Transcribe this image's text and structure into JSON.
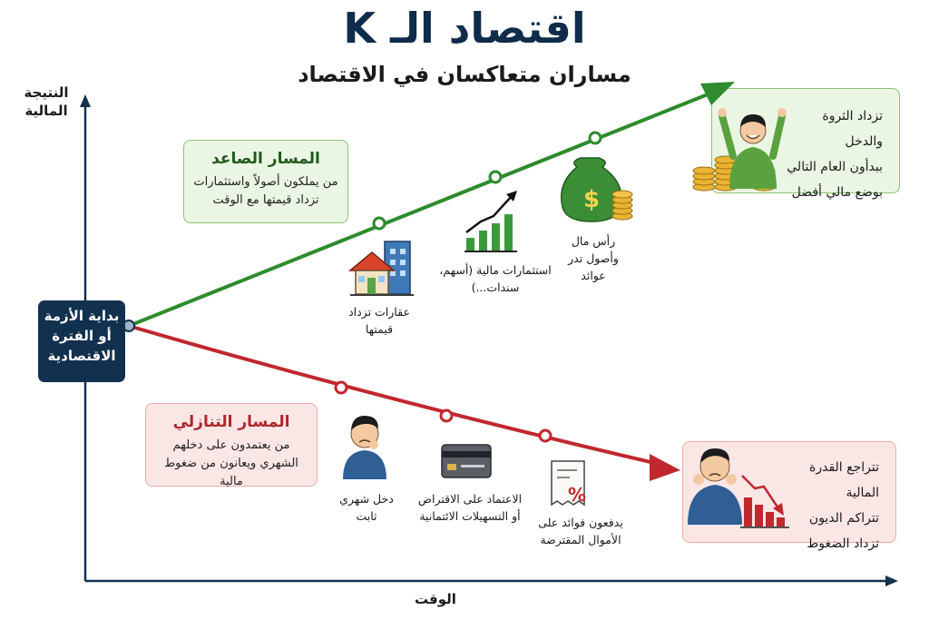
{
  "header": {
    "title": "اقتصاد الـ K",
    "subtitle": "مساران متعاكسان في الاقتصاد"
  },
  "axes": {
    "y_label": "النتيجة المالية",
    "x_label": "الوقت"
  },
  "start": {
    "label": "بداية الأزمة أو الفترة الاقتصادية"
  },
  "upward": {
    "title": "المسار الصاعد",
    "description": "من يملكون أصولاً واستثمارات تزداد قيمتها مع الوقت",
    "items": [
      {
        "label": "عقارات تزداد قيمتها",
        "icon": "building-house-icon"
      },
      {
        "label": "استثمارات مالية (أسهم، سندات...)",
        "icon": "growth-chart-icon"
      },
      {
        "label": "رأس مال وأصول تدر عوائد",
        "icon": "money-bag-icon"
      }
    ],
    "outcome": [
      "تزداد الثروة والدخل",
      "ببدأون العام التالي",
      "بوضع مالي أفضل"
    ],
    "outcome_icon": "happy-person-icon",
    "color": "#2e8b2e"
  },
  "downward": {
    "title": "المسار التنازلي",
    "description": "من يعتمدون على دخلهم الشهري ويعانون من ضغوط مالية",
    "items": [
      {
        "label": "دخل شهري ثابت",
        "icon": "worried-person-icon"
      },
      {
        "label": "الاعتماد على الاقتراض أو التسهيلات الائتمانية",
        "icon": "credit-card-icon"
      },
      {
        "label": "يدفعون فوائد على الأموال المقترضة",
        "icon": "interest-bill-icon"
      }
    ],
    "outcome": [
      "تتراجع القدرة المالية",
      "تتراكم الديون",
      "تزداد الضغوط"
    ],
    "outcome_icon": "stressed-person-icon",
    "color": "#c0282e"
  }
}
